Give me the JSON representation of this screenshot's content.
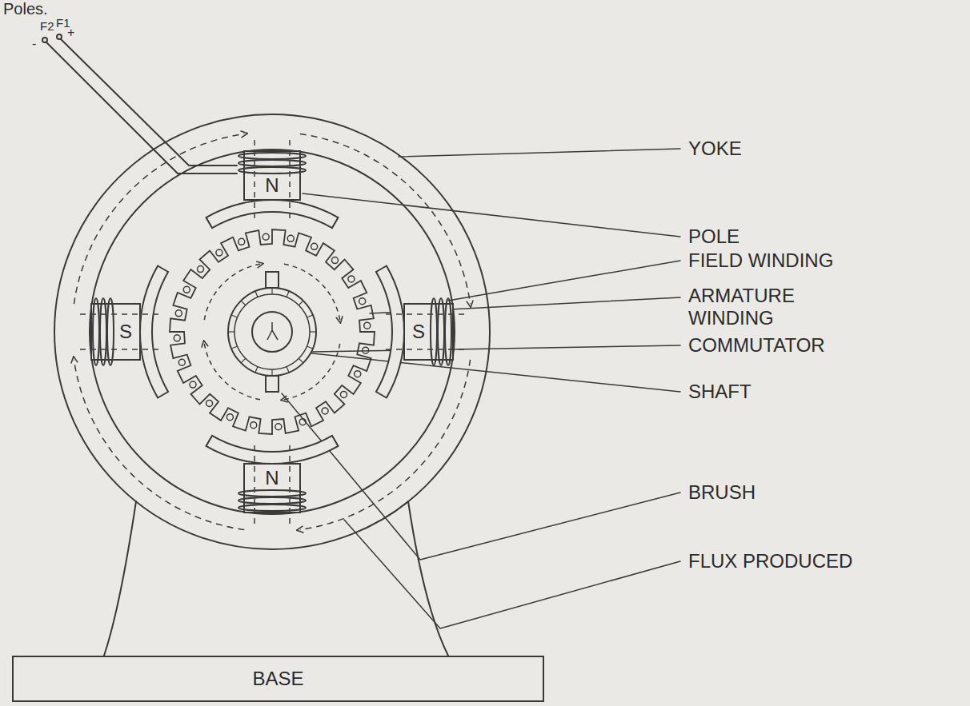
{
  "diagram": {
    "nodes": [
      {
        "text": [
          "BASE"
        ]
      }
    ],
    "labels": [
      "Poles.",
      "F2",
      "F1",
      "-",
      "+",
      "N",
      "S",
      "S",
      "N",
      "YOKE",
      "POLE",
      "FIELD WINDING",
      "ARMATURE WINDING",
      "COMMUTATOR",
      "SHAFT",
      "BRUSH",
      "FLUX PRODUCED"
    ]
  }
}
